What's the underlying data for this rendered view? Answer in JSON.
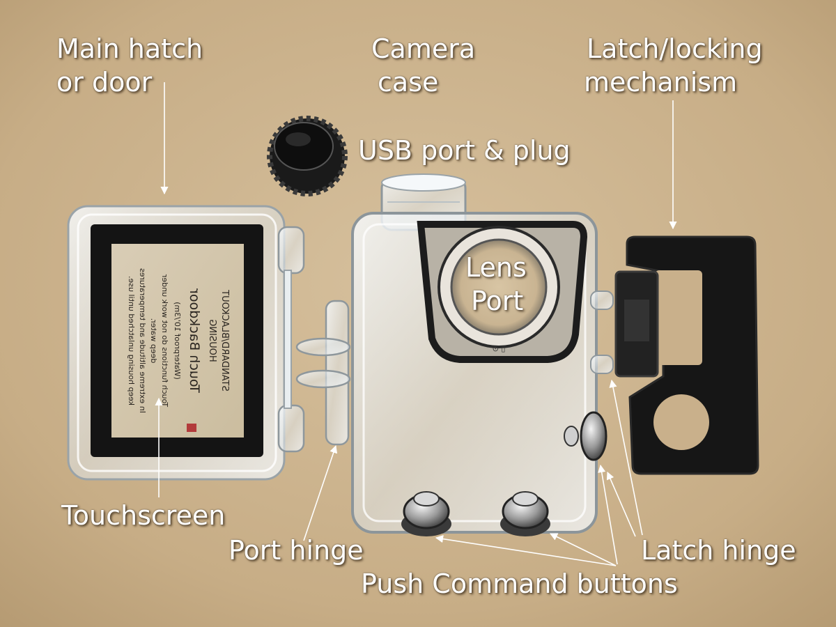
{
  "labels": {
    "main_hatch_line1": "Main hatch",
    "main_hatch_line2": "or door",
    "camera_case_line1": "Camera",
    "camera_case_line2": "case",
    "latch_line1": "Latch/locking",
    "latch_line2": "mechanism",
    "usb": "USB port & plug",
    "lens_line1": "Lens",
    "lens_line2": "Port",
    "touchscreen": "Touchscreen",
    "port_hinge": "Port hinge",
    "latch_hinge": "Latch hinge",
    "push_buttons": "Push Command buttons"
  },
  "door_print": {
    "line1": "STANDARD/BLACKOUT",
    "line2": "HOUSING",
    "line3": "Touch Backdoor",
    "line4": "(Waterproof 10'/3m)",
    "line5": "Touch functions do not work under",
    "line6": "deep water.",
    "line7": "In extreme altitude and temperatures",
    "line8": "keep housing unlatched until use."
  },
  "case_mark": "⊙ ▯",
  "colors": {
    "background": "#c9b08b",
    "label": "#ffffff",
    "gasket": "#141414",
    "clear_plastic": "#eef3f6"
  }
}
